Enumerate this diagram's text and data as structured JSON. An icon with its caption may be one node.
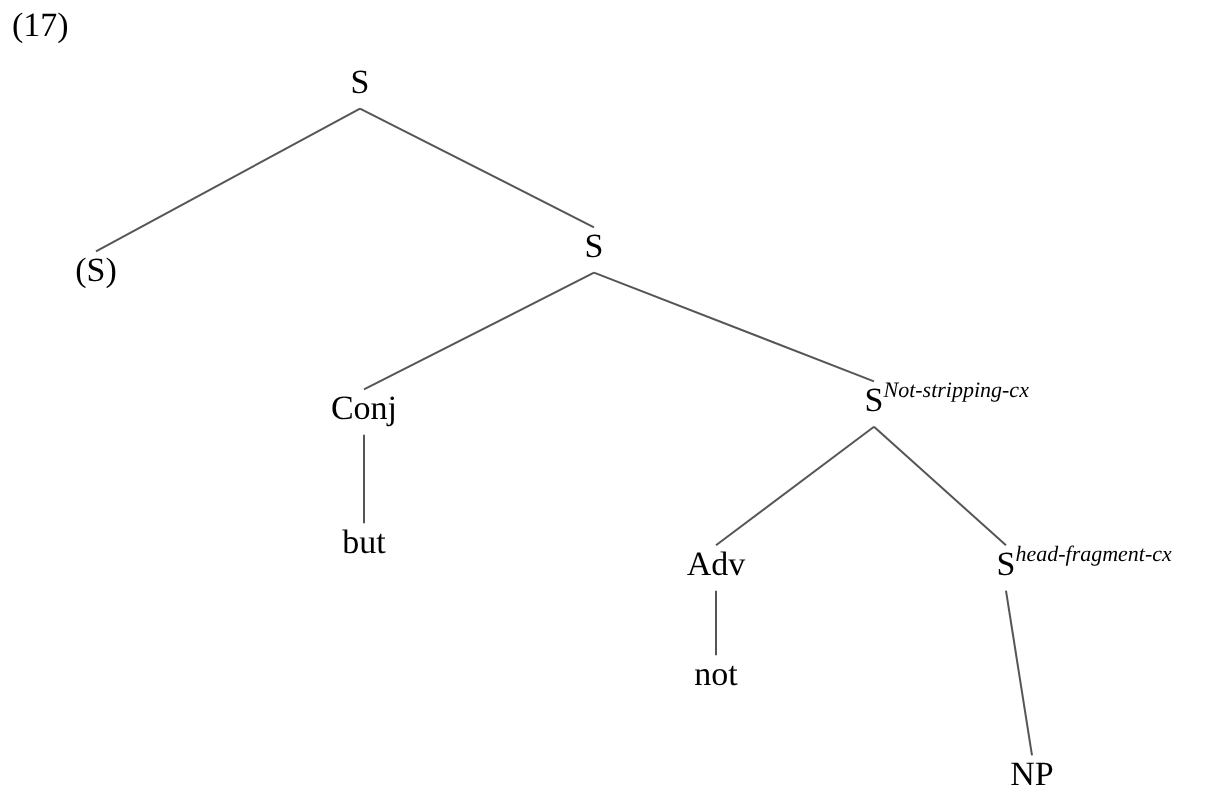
{
  "diagram": {
    "nodes": [
      {
        "text": [
          "S"
        ]
      },
      {
        "text": [
          "(S)"
        ]
      },
      {
        "text": [
          "S"
        ]
      },
      {
        "text": [
          "Conj"
        ]
      },
      {
        "text": [
          "S$^{Not-stripping-cx}$"
        ]
      },
      {
        "text": [
          "but"
        ]
      },
      {
        "text": [
          "Adv"
        ]
      },
      {
        "text": [
          "S$^{head-fragment-cx}$"
        ]
      },
      {
        "text": [
          "not"
        ]
      },
      {
        "text": [
          "NP"
        ]
      }
    ],
    "edges": [
      {
        "from": 0,
        "to": 1,
        "arrow": "none"
      },
      {
        "from": 0,
        "to": 2,
        "arrow": "none"
      },
      {
        "from": 2,
        "to": 3,
        "arrow": "none"
      },
      {
        "from": 2,
        "to": 4,
        "arrow": "none"
      },
      {
        "from": 3,
        "to": 5,
        "arrow": "none"
      },
      {
        "from": 4,
        "to": 6,
        "arrow": "none"
      },
      {
        "from": 4,
        "to": 7,
        "arrow": "none"
      },
      {
        "from": 6,
        "to": 8,
        "arrow": "none"
      },
      {
        "from": 7,
        "to": 9,
        "arrow": "none"
      }
    ],
    "labels": [
      "(17)"
    ]
  }
}
